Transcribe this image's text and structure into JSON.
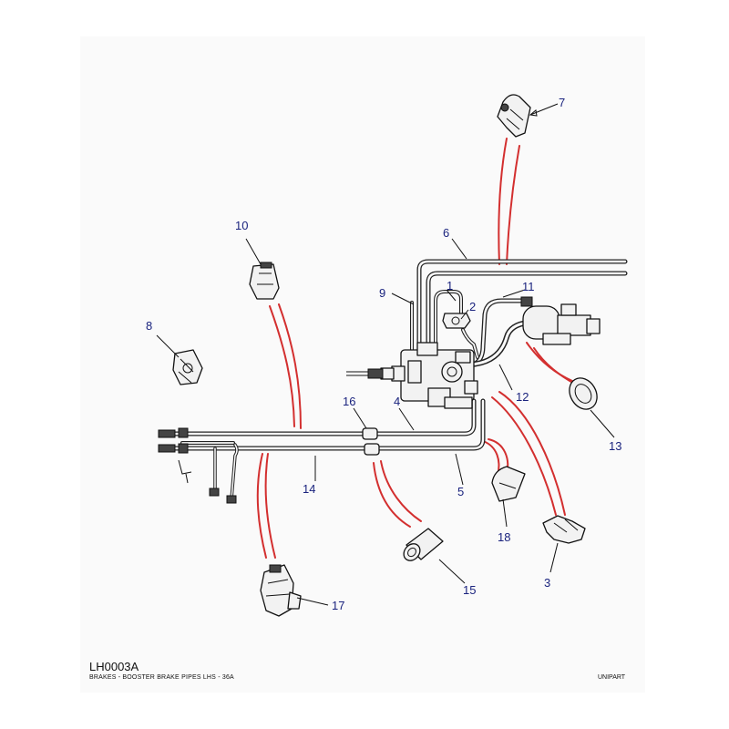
{
  "diagram": {
    "ref_code": "LH0003A",
    "caption": "BRAKES - BOOSTER BRAKE PIPES LHS - 36A",
    "brand": "UNIPART",
    "callouts": [
      {
        "id": "1",
        "label": "1"
      },
      {
        "id": "2",
        "label": "2"
      },
      {
        "id": "3",
        "label": "3"
      },
      {
        "id": "4",
        "label": "4"
      },
      {
        "id": "5",
        "label": "5"
      },
      {
        "id": "6",
        "label": "6"
      },
      {
        "id": "7",
        "label": "7"
      },
      {
        "id": "8",
        "label": "8"
      },
      {
        "id": "9",
        "label": "9"
      },
      {
        "id": "10",
        "label": "10"
      },
      {
        "id": "11",
        "label": "11"
      },
      {
        "id": "12",
        "label": "12"
      },
      {
        "id": "13",
        "label": "13"
      },
      {
        "id": "14",
        "label": "14"
      },
      {
        "id": "15",
        "label": "15"
      },
      {
        "id": "16",
        "label": "16"
      },
      {
        "id": "17",
        "label": "17"
      },
      {
        "id": "18",
        "label": "18"
      }
    ],
    "colors": {
      "pipe": "#222222",
      "link_line": "#d32f2f",
      "callout_text": "#1a237e"
    }
  }
}
